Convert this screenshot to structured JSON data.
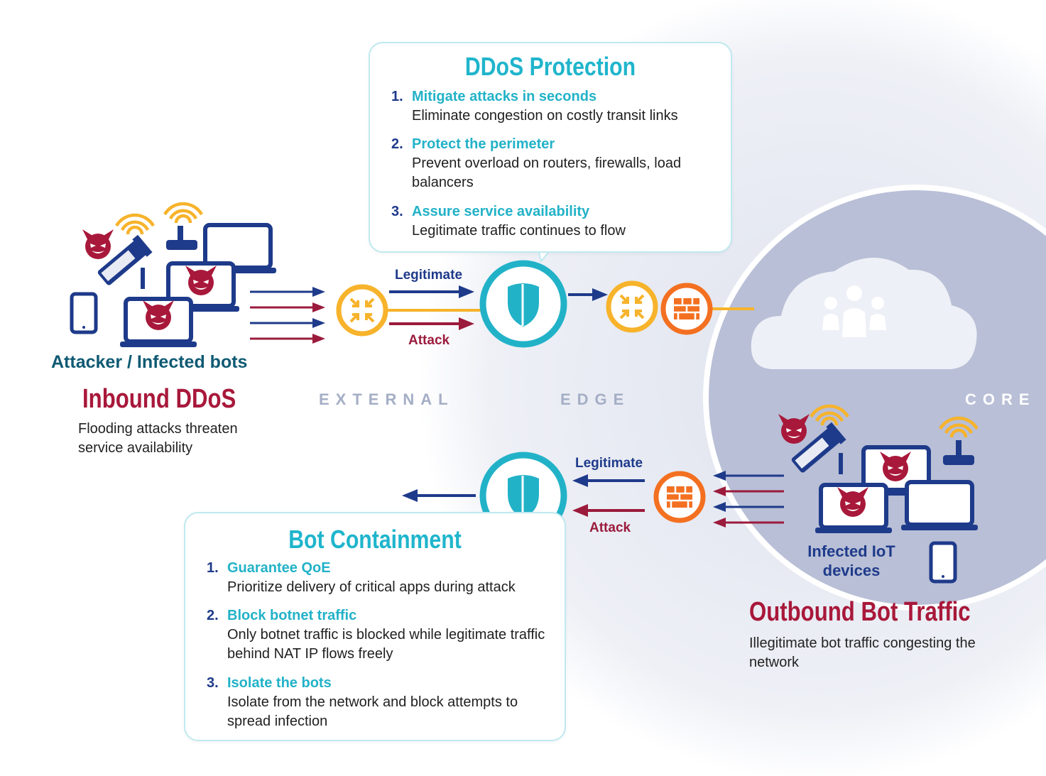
{
  "colors": {
    "accent_teal": "#22b2c8",
    "navy": "#1e3a8a",
    "attack_red": "#9b1b3c",
    "orange": "#f7b32b",
    "firewall_orange": "#f37021",
    "core_circle": "#b8bfd6"
  },
  "ddos_protection": {
    "title": "DDoS Protection",
    "items": [
      {
        "num": "1.",
        "head": "Mitigate attacks in seconds",
        "desc": "Eliminate congestion on costly transit links"
      },
      {
        "num": "2.",
        "head": "Protect the perimeter",
        "desc": "Prevent overload on routers, firewalls, load balancers"
      },
      {
        "num": "3.",
        "head": "Assure service availability",
        "desc": "Legitimate traffic continues to flow"
      }
    ]
  },
  "bot_containment": {
    "title": "Bot Containment",
    "items": [
      {
        "num": "1.",
        "head": "Guarantee QoE",
        "desc": "Prioritize delivery of critical apps during attack"
      },
      {
        "num": "2.",
        "head": "Block botnet traffic",
        "desc": "Only botnet traffic is blocked while legitimate traffic behind NAT IP flows freely"
      },
      {
        "num": "3.",
        "head": "Isolate the bots",
        "desc": "Isolate from the network and block attempts to spread infection"
      }
    ]
  },
  "inbound": {
    "attacker_label": "Attacker / Infected bots",
    "title": "Inbound DDoS",
    "desc": "Flooding attacks threaten service availability",
    "legit_label": "Legitimate",
    "attack_label": "Attack"
  },
  "outbound": {
    "devices_label": "Infected IoT devices",
    "title": "Outbound Bot Traffic",
    "desc": "Illegitimate bot traffic congesting the network",
    "legit_label": "Legitimate",
    "attack_label": "Attack"
  },
  "zones": {
    "external": "EXTERNAL",
    "edge": "EDGE",
    "core": "CORE"
  },
  "icons": [
    "devil-icon",
    "wifi-icon",
    "camera-icon",
    "laptop-icon",
    "tablet-icon",
    "router-icon",
    "shield-icon",
    "firewall-icon",
    "cloud-icon",
    "users-icon",
    "arrow-icon"
  ]
}
